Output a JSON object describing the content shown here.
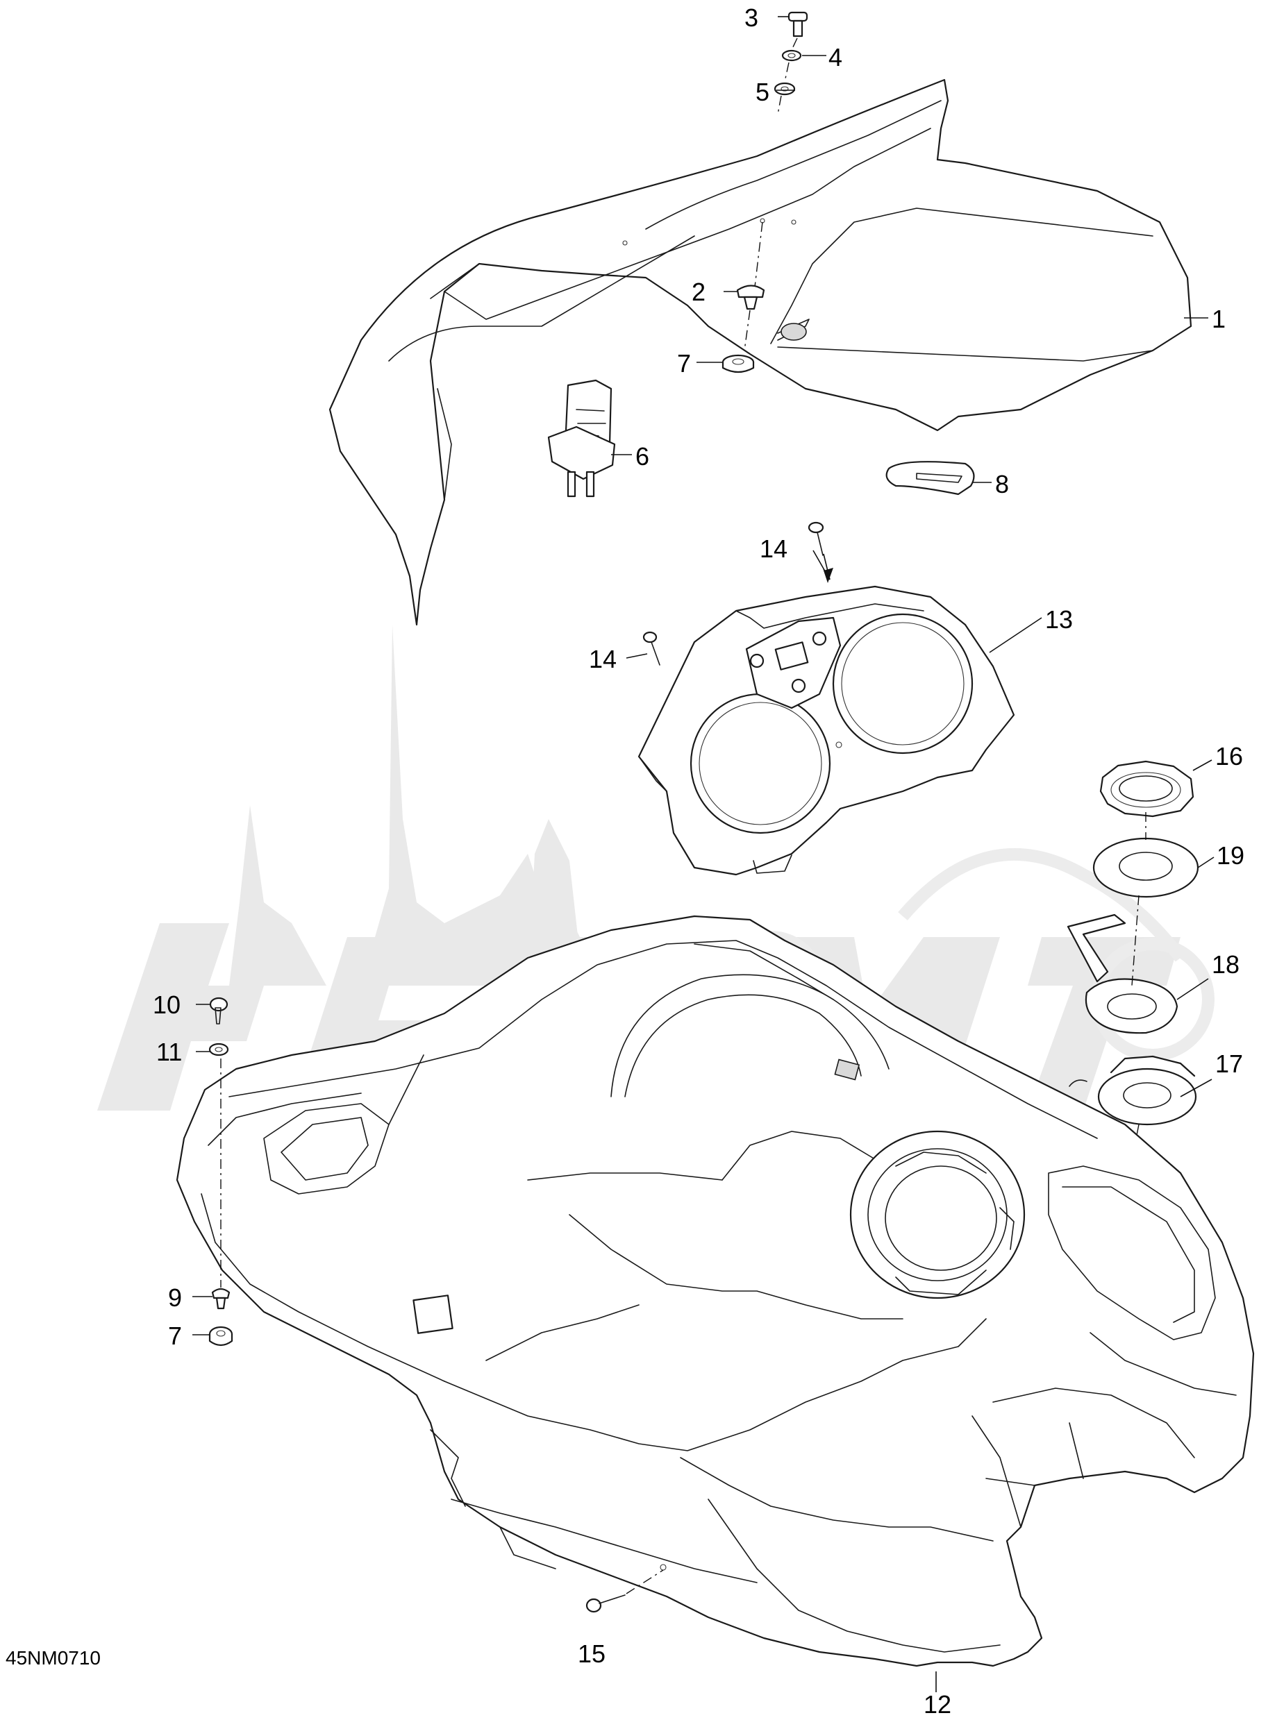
{
  "diagram_code": "45NM0710",
  "callouts": [
    "1",
    "2",
    "3",
    "4",
    "5",
    "6",
    "7",
    "8",
    "9",
    "10",
    "11",
    "12",
    "13",
    "14",
    "15",
    "16",
    "17",
    "18",
    "19"
  ],
  "colors": {
    "line": "#1a1a1a",
    "watermark": "#e9e9e9",
    "background": "#ffffff"
  }
}
